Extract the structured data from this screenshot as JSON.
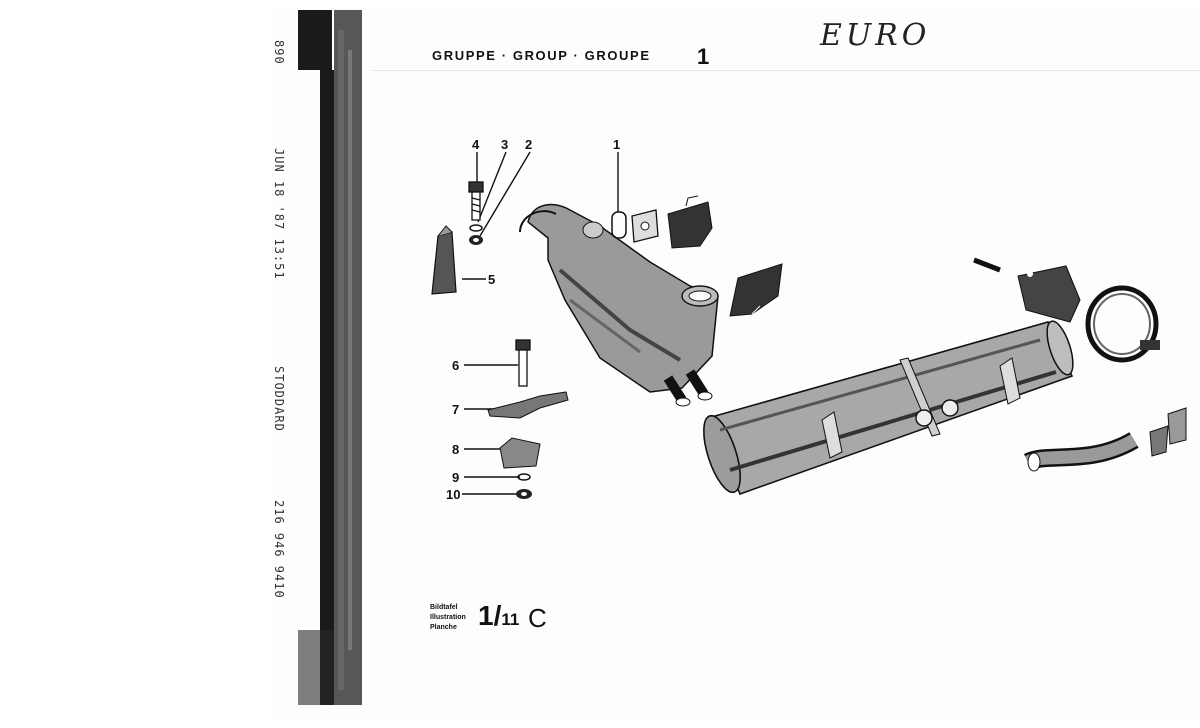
{
  "document": {
    "group_heading": "GRUPPE · GROUP · GROUPE",
    "group_number": "1",
    "handwritten_note": "EURO",
    "side_stamp": {
      "line1": "890",
      "line2": "JUN 18 '87 13:51",
      "line3": "STODDARD",
      "line4": "216 946 9410"
    },
    "callouts": [
      "1",
      "2",
      "3",
      "4",
      "5",
      "6",
      "7",
      "8",
      "9",
      "10"
    ],
    "plate": {
      "label_de": "Bildtafel",
      "label_en": "Illustration",
      "label_fr": "Planche",
      "number": "1/",
      "sub": "11",
      "letter": "C"
    }
  }
}
